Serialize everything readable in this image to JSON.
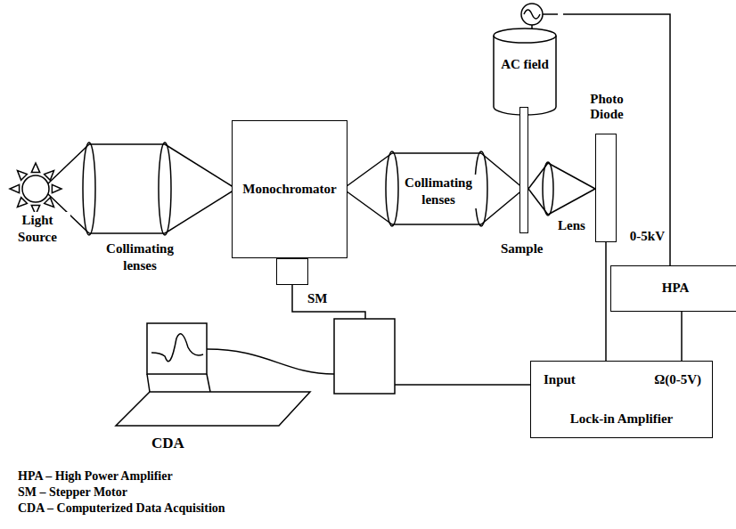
{
  "diagram": {
    "nodes": [
      {
        "text": [
          "Monochromator"
        ]
      },
      {
        "text": [
          "SM"
        ]
      },
      {
        "text": [
          "AC field"
        ]
      },
      {
        "text": [
          "Sample"
        ]
      },
      {
        "text": [
          "Photo Diode"
        ]
      },
      {
        "text": [
          "HPA"
        ]
      },
      {
        "text": [
          "Input",
          "Ω(0-5V)",
          "Lock-in Amplifier"
        ]
      },
      {
        "text": [
          "CDA"
        ]
      }
    ],
    "edges": [
      {
        "from": 4,
        "to": 6,
        "arrow": "none"
      },
      {
        "from": 5,
        "to": 6,
        "arrow": "none"
      },
      {
        "from": 5,
        "to": 2,
        "label": "0-5kV",
        "arrow": "none"
      }
    ],
    "labels": [
      "Light Source",
      "Collimating lenses",
      "Collimating lenses",
      "Lens",
      "HPA – High Power Amplifier",
      "SM – Stepper Motor",
      "CDA – Computerized Data Acquisition"
    ]
  }
}
